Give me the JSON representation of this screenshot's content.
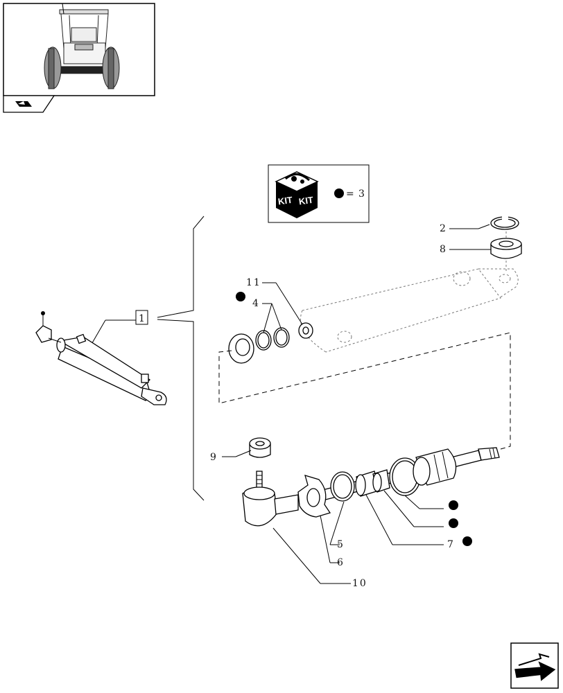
{
  "kit": {
    "text_left": "KIT",
    "text_right": "KIT",
    "legend_sep": "=",
    "legend_count": "3"
  },
  "group_ref": "1",
  "callouts": [
    {
      "id": "label-2",
      "text": "2"
    },
    {
      "id": "label-8",
      "text": "8"
    },
    {
      "id": "label-11",
      "text": "11"
    },
    {
      "id": "label-4",
      "text": "4"
    },
    {
      "id": "label-9",
      "text": "9"
    },
    {
      "id": "label-5",
      "text": "5"
    },
    {
      "id": "label-6",
      "text": "6"
    },
    {
      "id": "label-7",
      "text": "7"
    },
    {
      "id": "label-10",
      "text": "10"
    }
  ],
  "icons": {
    "thumbnail": "tractor-front-view-thumbnail",
    "section": "section-flag-icon",
    "kit": "kit-box-icon",
    "next_page": "next-page-arrow-icon",
    "kit_marker": "kit-dot-marker"
  }
}
